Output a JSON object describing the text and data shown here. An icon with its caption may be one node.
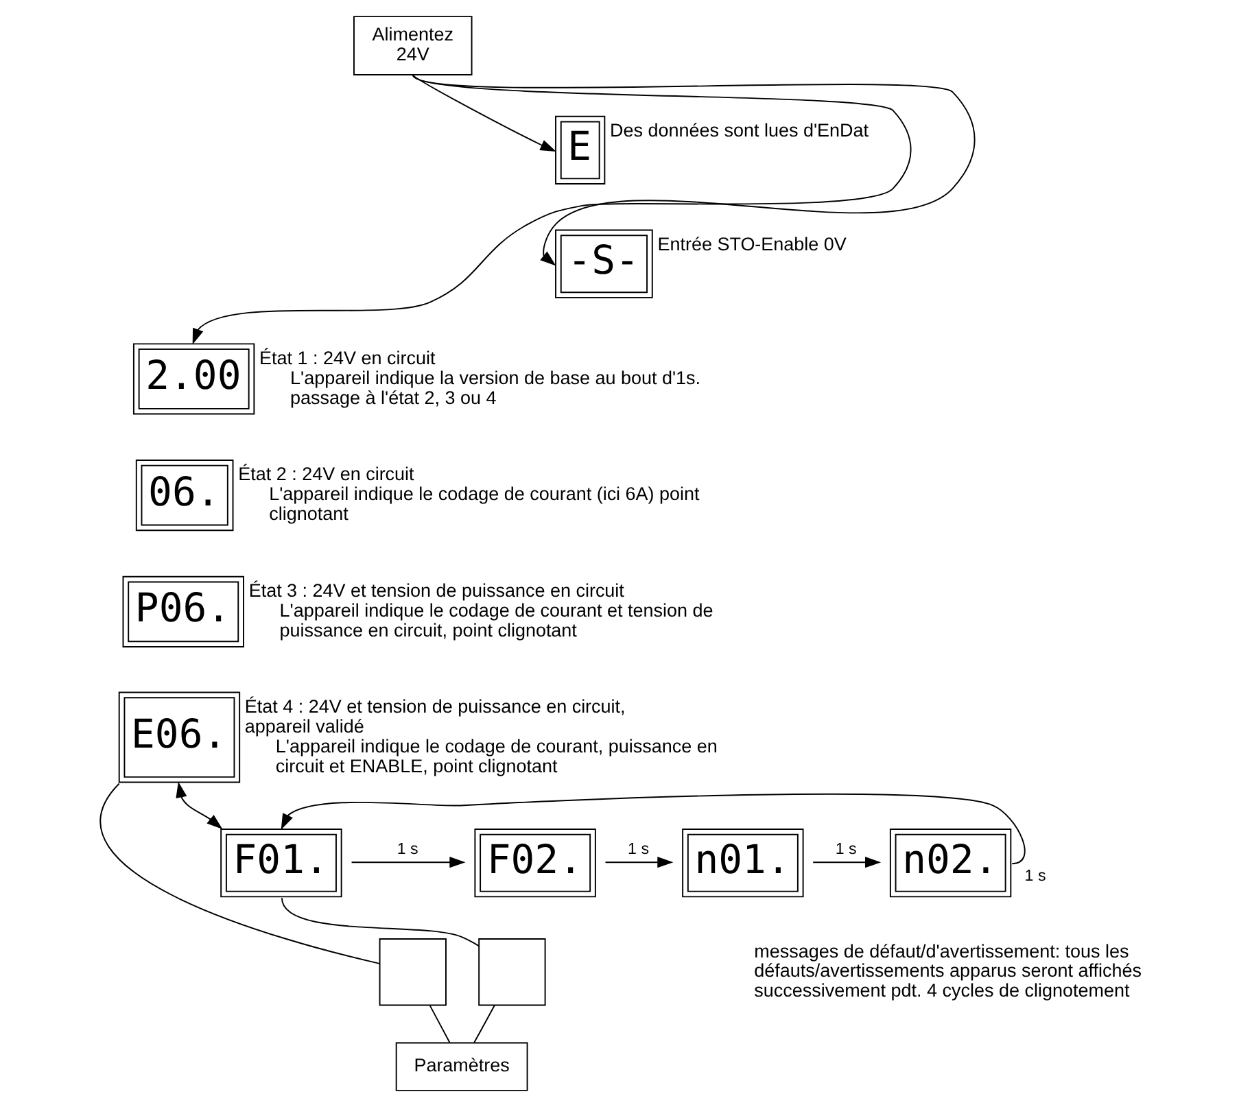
{
  "diagram": {
    "nodes": [
      {
        "text": [
          "Alimentez",
          "24V"
        ]
      },
      {
        "text": [
          "E"
        ],
        "beside": [
          "Des données sont lues d'EnDat"
        ]
      },
      {
        "text": [
          "-S-"
        ],
        "beside": [
          "Entrée STO-Enable 0V"
        ]
      },
      {
        "text": [
          "2.00"
        ],
        "beside": [
          "État 1 : 24V en circuit",
          "L'appareil indique la version de base au bout d'1s. passage à l'état 2, 3 ou 4"
        ]
      },
      {
        "text": [
          "06."
        ],
        "beside": [
          "État 2 : 24V en circuit",
          "L'appareil indique le codage de courant (ici 6A) point clignotant"
        ]
      },
      {
        "text": [
          "P06."
        ],
        "beside": [
          "État 3 : 24V et tension de puissance en circuit",
          "L'appareil indique le codage de courant et tension de puissance en circuit, point clignotant"
        ]
      },
      {
        "text": [
          "E06."
        ],
        "beside": [
          "État 4 : 24V et tension de puissance en circuit, appareil validé",
          "L'appareil indique le codage de courant, puissance en circuit et ENABLE, point clignotant"
        ]
      },
      {
        "text": [
          "F01."
        ]
      },
      {
        "text": [
          "F02."
        ]
      },
      {
        "text": [
          "n01."
        ]
      },
      {
        "text": [
          "n02."
        ]
      },
      {
        "text": [],
        "shape": "box"
      },
      {
        "text": [],
        "shape": "box"
      },
      {
        "text": [
          "Paramètres"
        ]
      }
    ],
    "edges": [
      {
        "from": 0,
        "to": 1,
        "arrow": "to"
      },
      {
        "from": 0,
        "to": 2,
        "arrow": "to"
      },
      {
        "from": 0,
        "to": 3,
        "arrow": "to"
      },
      {
        "from": 6,
        "to": 7,
        "arrow": "both"
      },
      {
        "from": 7,
        "to": 8,
        "arrow": "to",
        "label": "1 s"
      },
      {
        "from": 8,
        "to": 9,
        "arrow": "to",
        "label": "1 s"
      },
      {
        "from": 9,
        "to": 10,
        "arrow": "to",
        "label": "1 s"
      },
      {
        "from": 10,
        "to": 7,
        "arrow": "to",
        "label": "1 s"
      },
      {
        "from": 6,
        "to": 11,
        "arrow": "none"
      },
      {
        "from": 7,
        "to": 12,
        "arrow": "none"
      },
      {
        "from": 11,
        "to": 13,
        "arrow": "none"
      },
      {
        "from": 12,
        "to": 13,
        "arrow": "none"
      }
    ],
    "labels": [
      "messages de défaut/d'avertissement: tous les défauts/avertissements apparus seront affichés successivement pdt. 4 cycles de clignotement"
    ]
  }
}
